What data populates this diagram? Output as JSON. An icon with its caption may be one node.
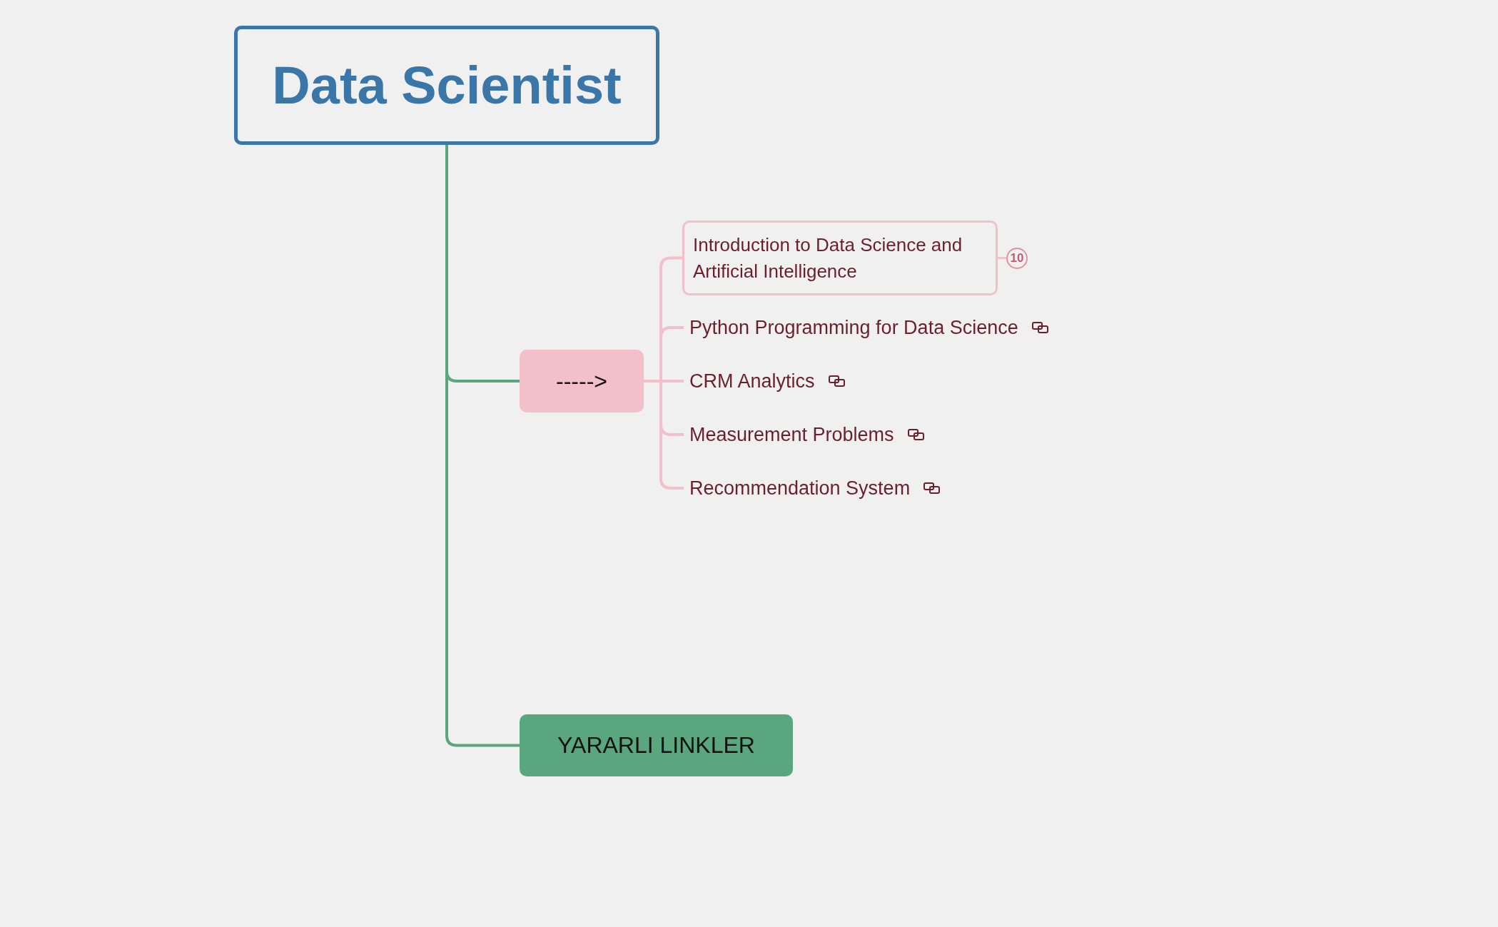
{
  "diagram": {
    "nodes": [
      {
        "text": [
          "Data Scientist"
        ]
      },
      {
        "text": [
          "----->"
        ]
      },
      {
        "text": [
          "Introduction to Data Science and Artificial Intelligence"
        ],
        "beside": [
          "10"
        ]
      },
      {
        "text": [
          "Python Programming for Data Science"
        ]
      },
      {
        "text": [
          "CRM Analytics"
        ]
      },
      {
        "text": [
          "Measurement Problems"
        ]
      },
      {
        "text": [
          "Recommendation System"
        ]
      },
      {
        "text": [
          "YARARLI LINKLER"
        ]
      }
    ],
    "edges": [
      {
        "from": 0,
        "to": 1,
        "arrow": "none",
        "color": "#5aa67e"
      },
      {
        "from": 0,
        "to": 7,
        "arrow": "none",
        "color": "#5aa67e"
      },
      {
        "from": 1,
        "to": 2,
        "arrow": "none"
      },
      {
        "from": 1,
        "to": 3,
        "arrow": "none"
      },
      {
        "from": 1,
        "to": 4,
        "arrow": "none"
      },
      {
        "from": 1,
        "to": 5,
        "arrow": "none"
      },
      {
        "from": 1,
        "to": 6,
        "arrow": "none"
      }
    ]
  }
}
